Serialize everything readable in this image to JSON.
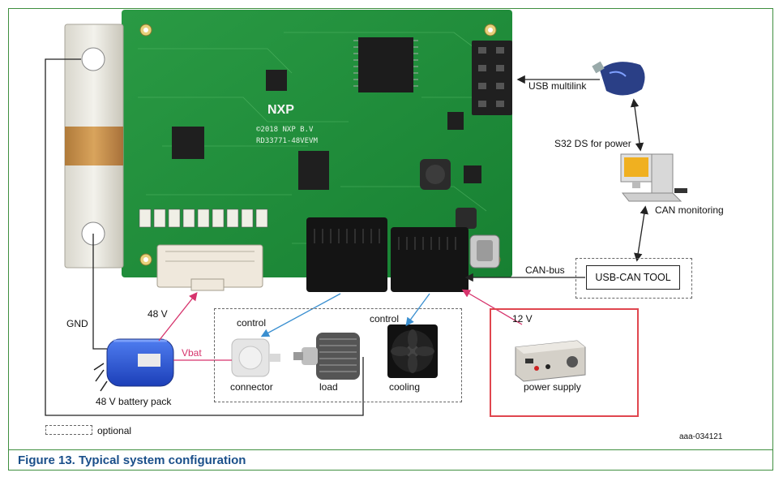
{
  "labels": {
    "usb_multilink": "USB multilink",
    "s32_ds": "S32 DS for power",
    "can_monitoring": "CAN monitoring",
    "can_bus": "CAN-bus",
    "usb_can_tool": "USB-CAN TOOL",
    "twelve_v": "12 V",
    "power_supply": "power supply",
    "gnd": "GND",
    "forty_eight_v": "48 V",
    "vbat": "Vbat",
    "control_motor": "control",
    "control_fan": "control",
    "connector": "connector",
    "load": "load",
    "cooling": "cooling",
    "battery_pack": "48 V battery pack",
    "optional": "optional",
    "figure_id": "aaa-034121"
  },
  "board_silkscreen": {
    "brand": "NXP",
    "line1": "©2018 NXP B.V",
    "line2": "RD33771-48VEVM"
  },
  "caption": "Figure 13.  Typical system configuration",
  "colors": {
    "frame": "#3f8f3f",
    "caption": "#1a4f8a",
    "red_highlight": "#e0464f",
    "pink_wire": "#d6336c",
    "blue_wire": "#3a8fd0",
    "pcb": "#1f8f3a"
  }
}
